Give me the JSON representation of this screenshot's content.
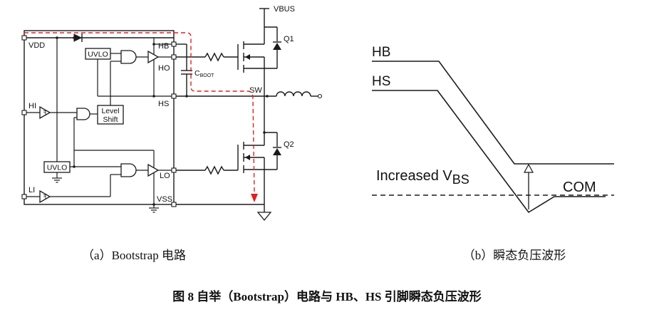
{
  "circuit": {
    "pins": {
      "vdd": "VDD",
      "hi": "HI",
      "li": "LI",
      "hb": "HB",
      "ho": "HO",
      "hs": "HS",
      "lo": "LO",
      "vss": "VSS"
    },
    "vbus": "VBUS",
    "sw": "SW",
    "q1": "Q1",
    "q2": "Q2",
    "uvlo_top": "UVLO",
    "uvlo_bottom": "UVLO",
    "level_shift_1": "Level",
    "level_shift_2": "Shift",
    "cboot_main": "C",
    "cboot_sub": "BOOT",
    "colors": {
      "wire": "#1a1a1a",
      "boot_current_path": "#e02020"
    }
  },
  "waveform": {
    "hb": "HB",
    "hs": "HS",
    "increased_main": "Increased V",
    "increased_sub": "BS",
    "com": "COM"
  },
  "captions": {
    "left": "（a）Bootstrap 电路",
    "right": "（b）瞬态负压波形",
    "figure": "图 8  自举（Bootstrap）电路与 HB、HS 引脚瞬态负压波形"
  }
}
